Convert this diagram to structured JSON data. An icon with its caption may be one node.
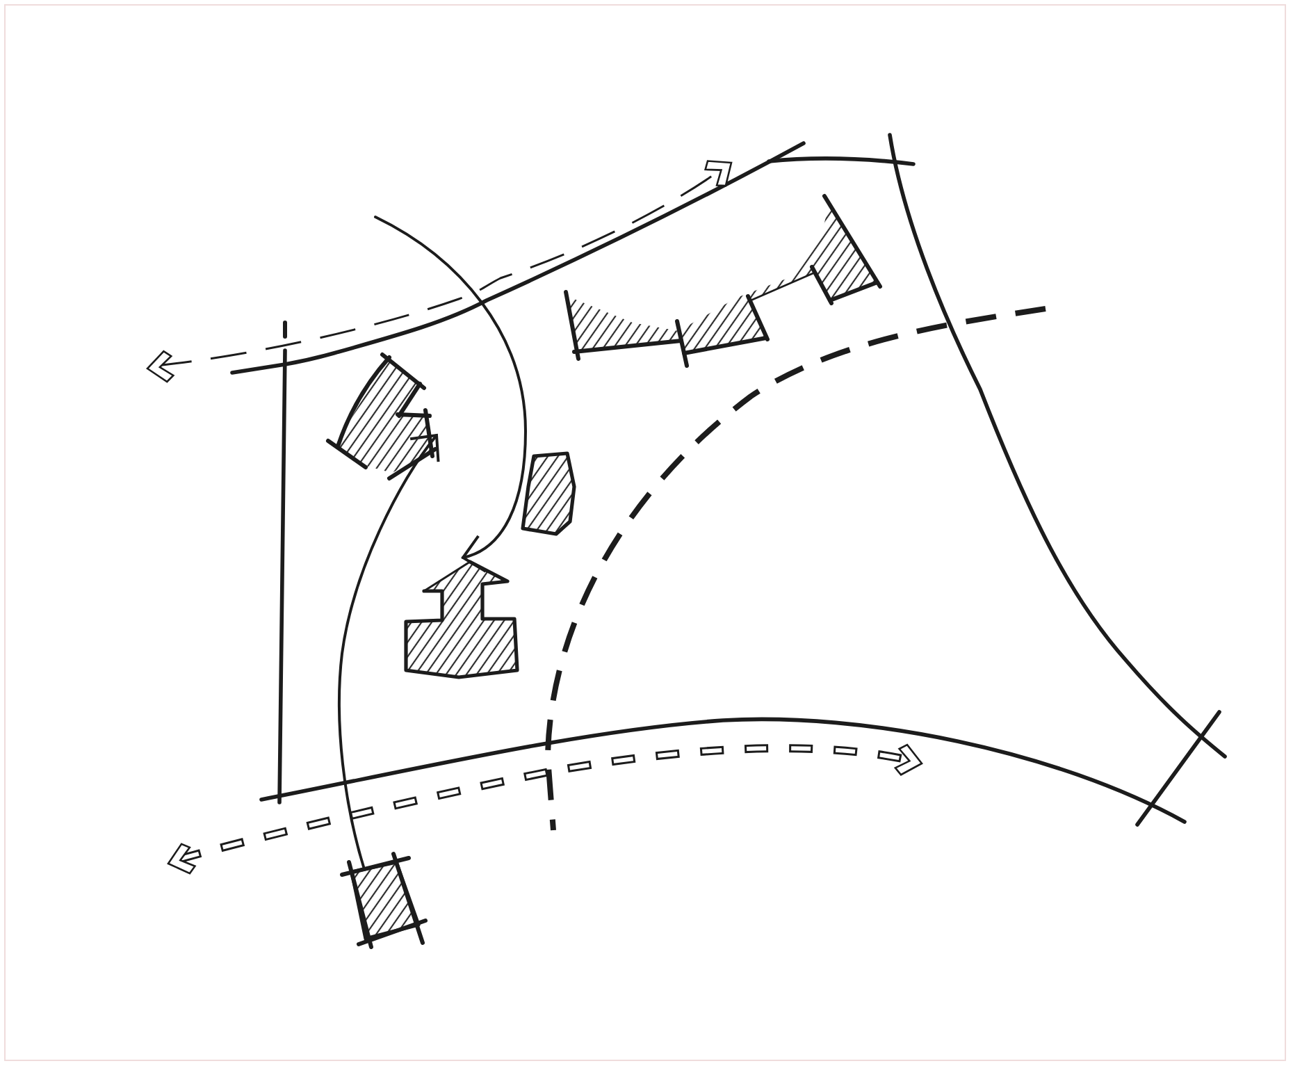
{
  "diagram": {
    "nodes": [
      {
        "text": [],
        "shape": "polygon"
      },
      {
        "text": [],
        "shape": "polygon"
      },
      {
        "text": [],
        "shape": "box"
      },
      {
        "text": [],
        "shape": "polygon"
      },
      {
        "text": [],
        "shape": "box"
      }
    ],
    "edges": [
      {
        "from": 4,
        "to": 0,
        "arrow": "to"
      },
      {
        "from": null,
        "to": 3,
        "arrow": "to"
      }
    ]
  }
}
